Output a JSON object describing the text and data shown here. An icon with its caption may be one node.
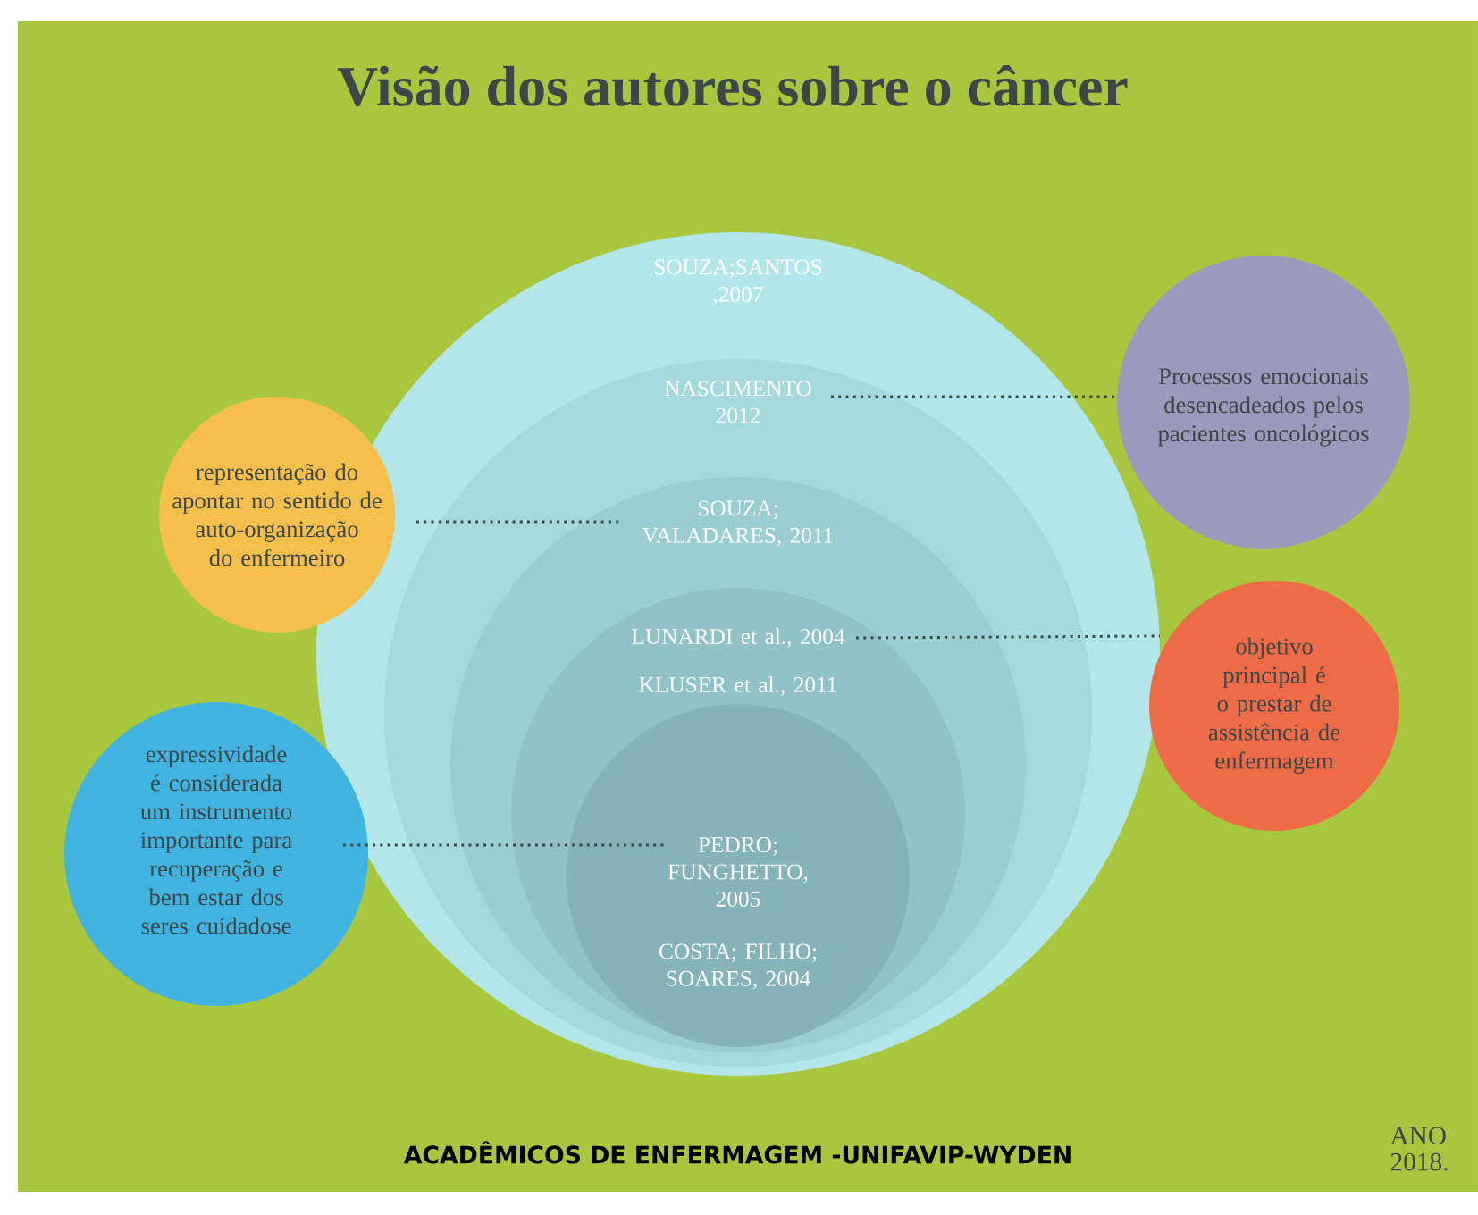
{
  "diagram": {
    "title": "Visão dos autores sobre o câncer",
    "nodes": [
      {
        "text": [
          "SOUZA;SANTOS ,2007"
        ]
      },
      {
        "text": [
          "NASCIMENTO 2012"
        ],
        "in": 0
      },
      {
        "text": [
          "SOUZA; VALADARES, 2011"
        ],
        "in": 1
      },
      {
        "text": [
          "LUNARDI et al., 2004",
          "KLUSER et al., 2011"
        ],
        "in": 2
      },
      {
        "text": [
          "PEDRO; FUNGHETTO, 2005",
          "COSTA; FILHO; SOARES, 2004"
        ],
        "in": 3
      },
      {
        "text": [
          "representação do apontar no sentido de auto-organização do enfermeiro"
        ]
      },
      {
        "text": [
          "Processos emocionais desencadeados pelos pacientes oncológicos"
        ]
      },
      {
        "text": [
          "objetivo principal é o prestar de assistência de enfermagem"
        ]
      },
      {
        "text": [
          "expressividade é considerada um instrumento importante para recuperação e bem estar dos seres cuidadose"
        ]
      }
    ],
    "edges": [
      {
        "from": 1,
        "to": 6,
        "arrow": "none"
      },
      {
        "from": 5,
        "to": 2,
        "arrow": "none"
      },
      {
        "from": 3,
        "to": 7,
        "arrow": "none"
      },
      {
        "from": 8,
        "to": 4,
        "arrow": "none"
      }
    ],
    "labels": [
      "ACADÊMICOS DE ENFERMAGEM -UNIFAVIP-WYDEN",
      "ANO 2018."
    ]
  }
}
